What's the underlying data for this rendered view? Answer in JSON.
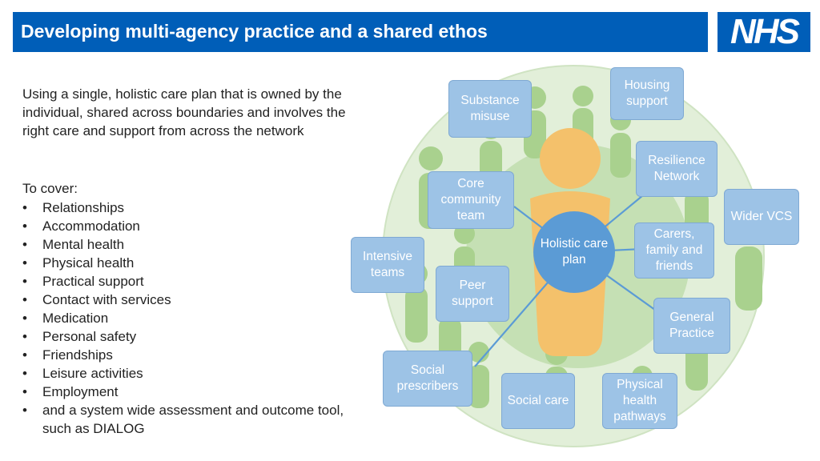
{
  "header": {
    "title": "Developing multi-agency practice and a shared ethos",
    "logo_text": "NHS"
  },
  "intro": "Using a single, holistic care plan that is owned by the individual, shared across boundaries and involves the right care and support from across the network",
  "cover": {
    "heading": "To cover:",
    "items": [
      "Relationships",
      "Accommodation",
      "Mental health",
      "Physical health",
      "Practical support",
      "Contact with services",
      "Medication",
      "Personal safety",
      "Friendships",
      "Leisure activities",
      "Employment",
      "and a system wide assessment and outcome tool, such as DIALOG"
    ]
  },
  "diagram": {
    "hub": "Holistic care plan",
    "nodes": {
      "substance_misuse": "Substance misuse",
      "housing_support": "Housing support",
      "resilience_network": "Resilience Network",
      "core_community_team": "Core community team",
      "wider_vcs": "Wider VCS",
      "carers_family_friends": "Carers, family and friends",
      "intensive_teams": "Intensive teams",
      "peer_support": "Peer support",
      "general_practice": "General Practice",
      "social_prescribers": "Social prescribers",
      "social_care": "Social care",
      "physical_health_pathways": "Physical health pathways"
    }
  },
  "colors": {
    "nhs_blue": "#005EB8",
    "box_fill": "#9DC3E6",
    "hub_fill": "#5B9BD5",
    "circle_fill": "#E2EFD9",
    "inner_circle_fill": "#C5E0B4",
    "figure_green": "#A9D18E",
    "center_figure": "#F4C16B"
  }
}
